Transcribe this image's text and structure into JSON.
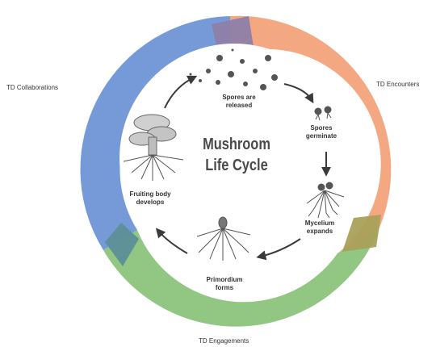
{
  "diagram": {
    "title_line1": "Mushroom",
    "title_line2": "Life Cycle",
    "stages": [
      {
        "line1": "Spores are",
        "line2": "released"
      },
      {
        "line1": "Spores",
        "line2": "germinate"
      },
      {
        "line1": "Mycelium",
        "line2": "expands"
      },
      {
        "line1": "Primordium",
        "line2": "forms"
      },
      {
        "line1": "Fruiting body",
        "line2": "develops"
      }
    ],
    "outer_labels": {
      "collaborations": "TD Collaborations",
      "encounters": "TD Encounters",
      "engagements": "TD Engagements"
    },
    "colors": {
      "collaborations": "#6f95d6",
      "encounters": "#f2a37b",
      "engagements": "#8cc47c",
      "overlap_blue_orange": "#8e7ea8",
      "overlap_orange_green": "#a9a05a",
      "overlap_green_blue": "#5d8f98"
    }
  }
}
